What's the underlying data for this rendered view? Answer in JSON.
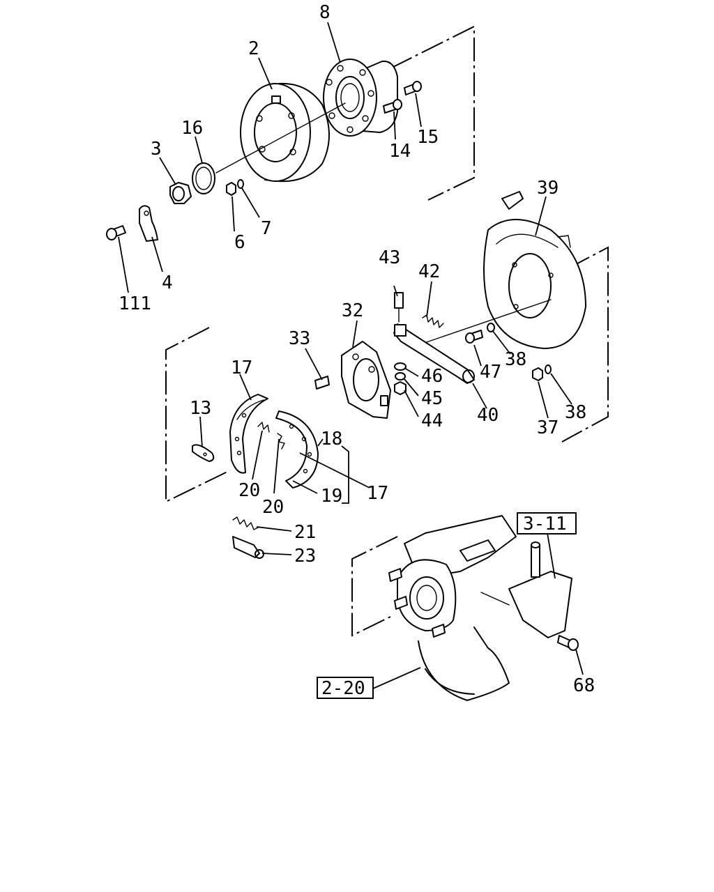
{
  "labels": {
    "p2": "2",
    "p3": "3",
    "p4": "4",
    "p6": "6",
    "p7": "7",
    "p8": "8",
    "p13": "13",
    "p14": "14",
    "p15": "15",
    "p16": "16",
    "p17a": "17",
    "p17b": "17",
    "p18": "18",
    "p19": "19",
    "p20a": "20",
    "p20b": "20",
    "p21": "21",
    "p23": "23",
    "p32": "32",
    "p33": "33",
    "p37": "37",
    "p38a": "38",
    "p38b": "38",
    "p39": "39",
    "p40": "40",
    "p42": "42",
    "p43": "43",
    "p44": "44",
    "p45": "45",
    "p46": "46",
    "p47": "47",
    "p68": "68",
    "p111": "111"
  },
  "references": {
    "ref_3_11": "3-11",
    "ref_2_20": "2-20"
  }
}
